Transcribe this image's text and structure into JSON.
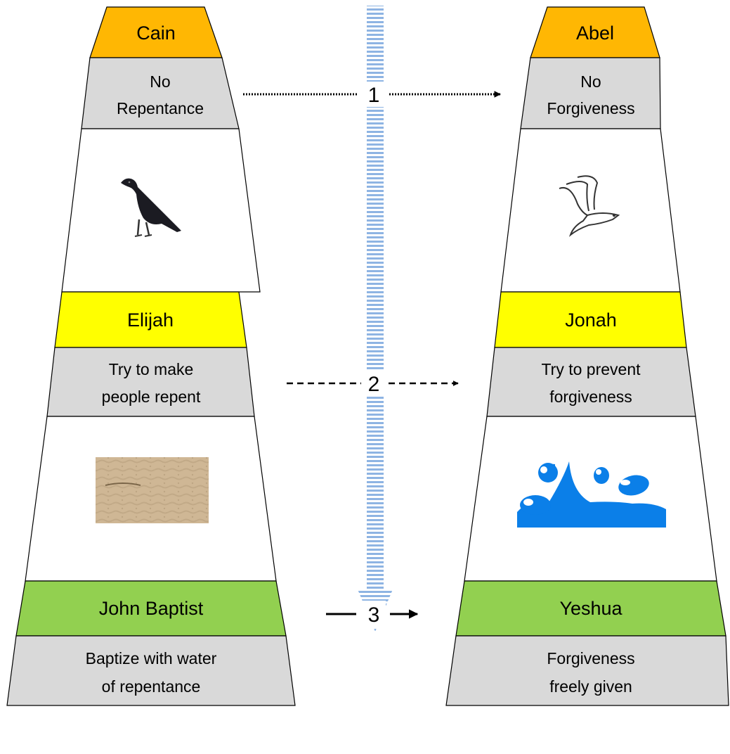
{
  "columns": [
    {
      "tiers": [
        {
          "title": "Cain",
          "title_color": "#ffb703",
          "desc_lines": [
            "No",
            "Repentance"
          ],
          "image": "crow-icon"
        },
        {
          "title": "Elijah",
          "title_color": "#ffff00",
          "desc_lines": [
            "Try to make",
            "people repent"
          ],
          "image": "sand-photo"
        },
        {
          "title": "John Baptist",
          "title_color": "#92d050",
          "desc_lines": [
            "Baptize with water",
            "of repentance"
          ]
        }
      ]
    },
    {
      "tiers": [
        {
          "title": "Abel",
          "title_color": "#ffb703",
          "desc_lines": [
            "No",
            "Forgiveness"
          ],
          "image": "dove-icon"
        },
        {
          "title": "Jonah",
          "title_color": "#ffff00",
          "desc_lines": [
            "Try to prevent",
            "forgiveness"
          ],
          "image": "water-splash-icon"
        },
        {
          "title": "Yeshua",
          "title_color": "#92d050",
          "desc_lines": [
            "Forgiveness",
            "freely given"
          ]
        }
      ]
    }
  ],
  "links": [
    {
      "number": "1",
      "style": "dotted"
    },
    {
      "number": "2",
      "style": "dashed"
    },
    {
      "number": "3",
      "style": "solid"
    }
  ],
  "colors": {
    "desc_band": "#d9d9d9",
    "outline": "#000000",
    "center_arrow": "#8eb4e3",
    "water": "#0b7fe8"
  }
}
